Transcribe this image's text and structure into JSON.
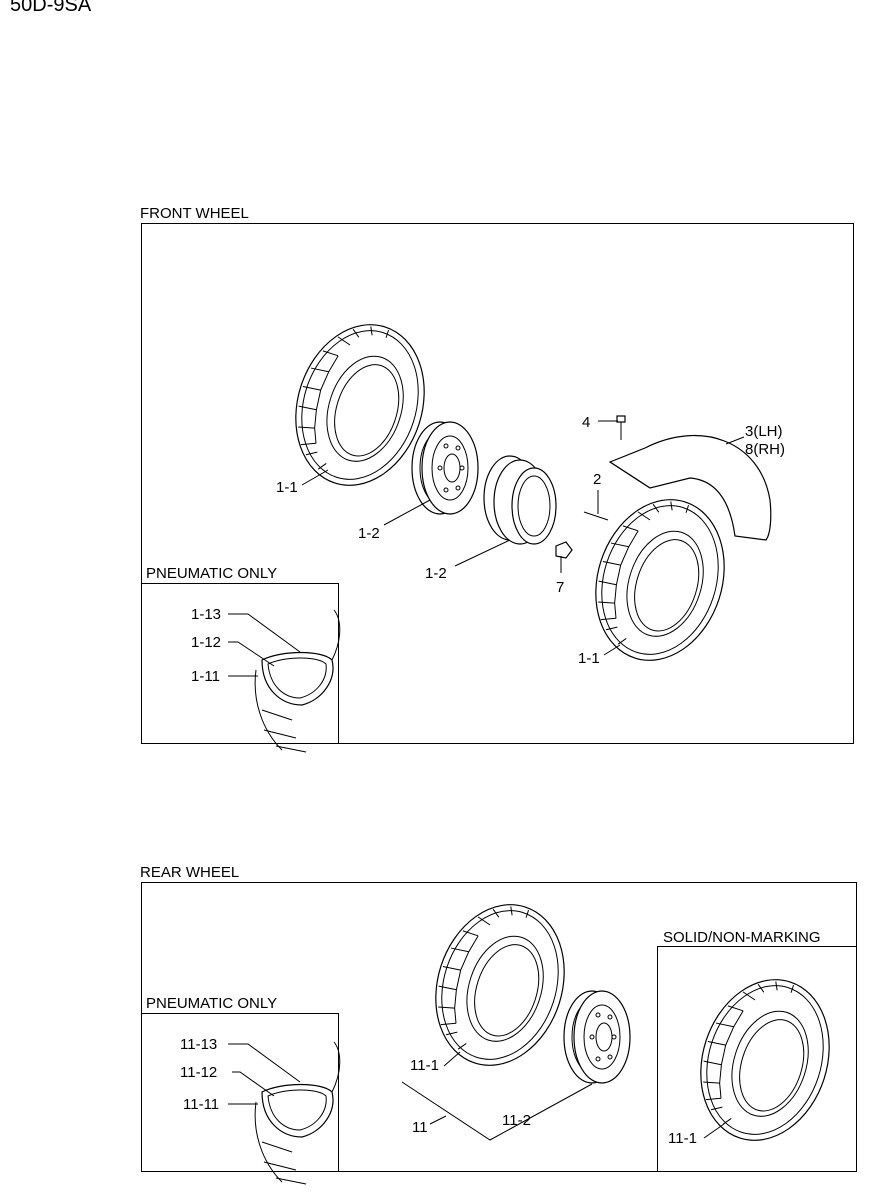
{
  "model": "50D-9SA",
  "front": {
    "title": "FRONT WHEEL",
    "inset_title": "PNEUMATIC ONLY",
    "labels": {
      "tire_left": "1-1",
      "rim_outer": "1-2",
      "rim_inner": "1-2",
      "tire_right": "1-1",
      "stud": "2",
      "bolt": "4",
      "fender_lh": "3(LH)",
      "fender_rh": "8(RH)",
      "nut": "7",
      "inset_a": "1-13",
      "inset_b": "1-12",
      "inset_c": "1-11"
    }
  },
  "rear": {
    "title": "REAR WHEEL",
    "inset_title": "PNEUMATIC ONLY",
    "solid_title": "SOLID/NON-MARKING",
    "labels": {
      "tire": "11-1",
      "rim": "11-2",
      "assembly": "11",
      "inset_a": "11-13",
      "inset_b": "11-12",
      "inset_c": "11-11",
      "solid_tire": "11-1"
    }
  },
  "icons": [
    "tire-icon",
    "rim-icon",
    "fender-icon",
    "bolt-icon",
    "nut-icon",
    "stud-icon"
  ]
}
